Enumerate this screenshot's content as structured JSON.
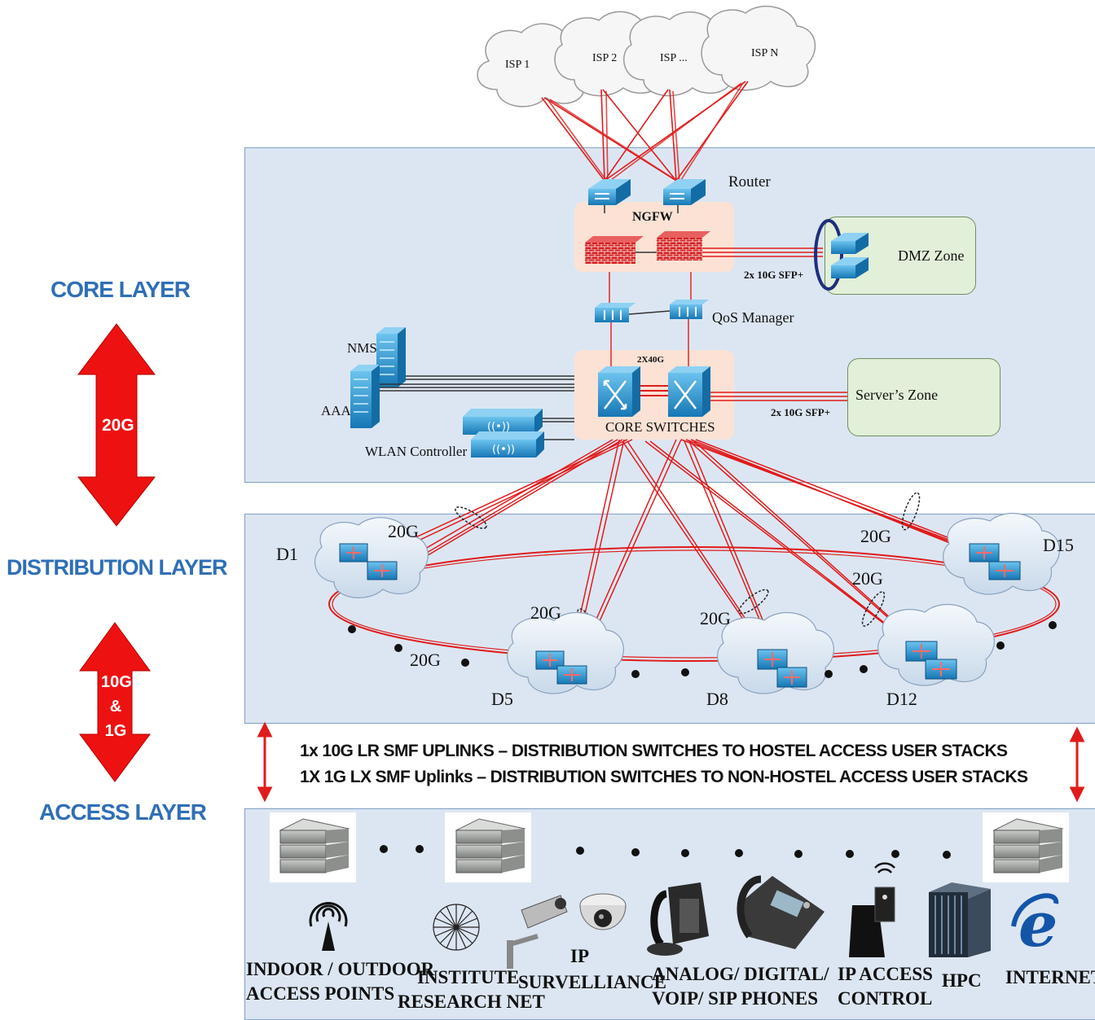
{
  "layers": {
    "core": "CORE LAYER",
    "distribution": "DISTRIBUTION LAYER",
    "access": "ACCESS LAYER",
    "arrow_top_label": "20G",
    "arrow_bottom_label_line1": "10G",
    "arrow_bottom_label_line2": "&",
    "arrow_bottom_label_line3": "1G"
  },
  "isps": [
    "ISP 1",
    "ISP 2",
    "ISP ...",
    "ISP N"
  ],
  "core": {
    "router_label": "Router",
    "ngfw_label": "NGFW",
    "dmz_label": "DMZ Zone",
    "dmz_link_label": "2x 10G SFP+",
    "qos_label": "QoS Manager",
    "nms_label": "NMS",
    "aaa_label": "AAA",
    "wlan_label": "WLAN Controller",
    "core_switches_label": "CORE SWITCHES",
    "core_link_label": "2X40G",
    "servers_label": "Server’s Zone",
    "servers_link_label": "2x 10G SFP+"
  },
  "distribution": {
    "nodes": [
      "D1",
      "D5",
      "D8",
      "D12",
      "D15"
    ],
    "link_labels": [
      "20G",
      "20G",
      "20G",
      "20G",
      "20G",
      "20G"
    ]
  },
  "uplinks": {
    "line1": "1x 10G LR SMF UPLINKS – DISTRIBUTION SWITCHES TO HOSTEL ACCESS USER STACKS",
    "line2": "1X 1G LX SMF Uplinks – DISTRIBUTION SWITCHES TO NON-HOSTEL ACCESS USER STACKS"
  },
  "endpoints": {
    "access_points_1": "INDOOR / OUTDOOR",
    "access_points_2": "ACCESS POINTS",
    "research_1": "INSTITUTE",
    "research_2": "RESEARCH NET",
    "ip_label": "IP",
    "surveillance": "SURVELLIANCE",
    "phones_1": "ANALOG/ DIGITAL/",
    "phones_2": "VOIP/ SIP PHONES",
    "access_control_1": "IP ACCESS",
    "access_control_2": "CONTROL",
    "hpc": "HPC",
    "internet": "INTERNET",
    "internet_icon": "e"
  },
  "colors": {
    "link_red": "#e01b1b",
    "layer_blue": "#2f6fb5",
    "panel_bg": "#dce6f2",
    "device_blue": "#1f8fd0"
  }
}
